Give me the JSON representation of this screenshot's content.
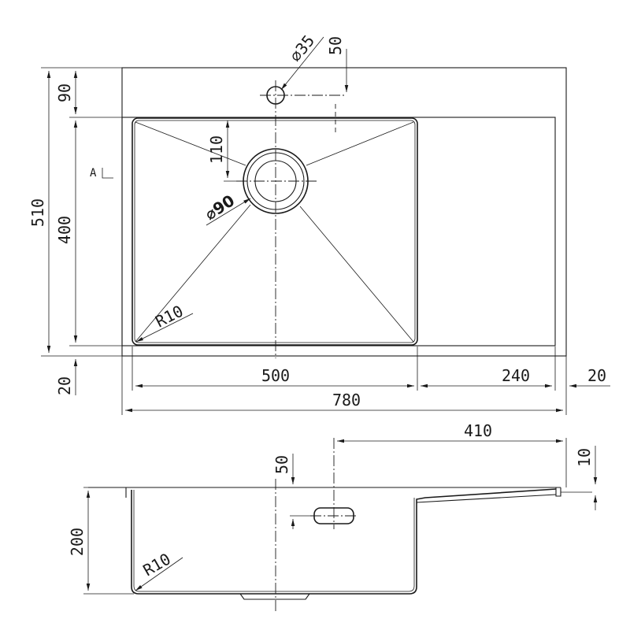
{
  "top_view": {
    "dims": {
      "overall_height": "510",
      "top_margin": "90",
      "bowl_height": "400",
      "bottom_margin": "20",
      "bowl_width": "500",
      "drainboard_width": "240",
      "right_margin": "20",
      "overall_width": "780",
      "drain_offset": "110",
      "faucet_hole": "35",
      "faucet_offset": "50",
      "drain_diameter": "90",
      "corner_radius": "R10"
    },
    "section_marker": "A"
  },
  "side_view": {
    "dims": {
      "overflow_length": "410",
      "rim_height": "10",
      "overflow_offset": "50",
      "bowl_depth": "200",
      "corner_radius": "R10"
    }
  },
  "symbols": {
    "diameter": "⌀"
  }
}
